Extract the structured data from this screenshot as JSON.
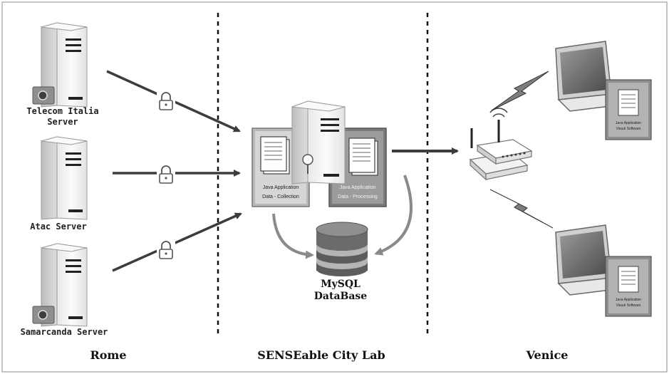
{
  "servers": {
    "telecom": {
      "line1": "Telecom Italia",
      "line2": "Server"
    },
    "atac": {
      "label": "Atac Server"
    },
    "samarcanda": {
      "label": "Samarcanda Server"
    }
  },
  "lab": {
    "collection": {
      "line1": "Java Application",
      "line2": "Data - Collection"
    },
    "processing": {
      "line1": "Java Application",
      "line2": "Data - Processing"
    },
    "database": {
      "line1": "MySQL",
      "line2": "DataBase"
    }
  },
  "venice": {
    "laptop_app": {
      "line1": "Java Application",
      "line2": "Visual Software"
    }
  },
  "regions": {
    "rome": "Rome",
    "lab": "SENSEable City Lab",
    "venice": "Venice"
  },
  "colors": {
    "arrow": "#3c3c3c",
    "server_body": "#f3f3f3",
    "server_side": "#c9c9c9",
    "dashed_divider": "#111111",
    "db_band_dark": "#5a5a5a",
    "db_band_light": "#a9a9a9"
  }
}
